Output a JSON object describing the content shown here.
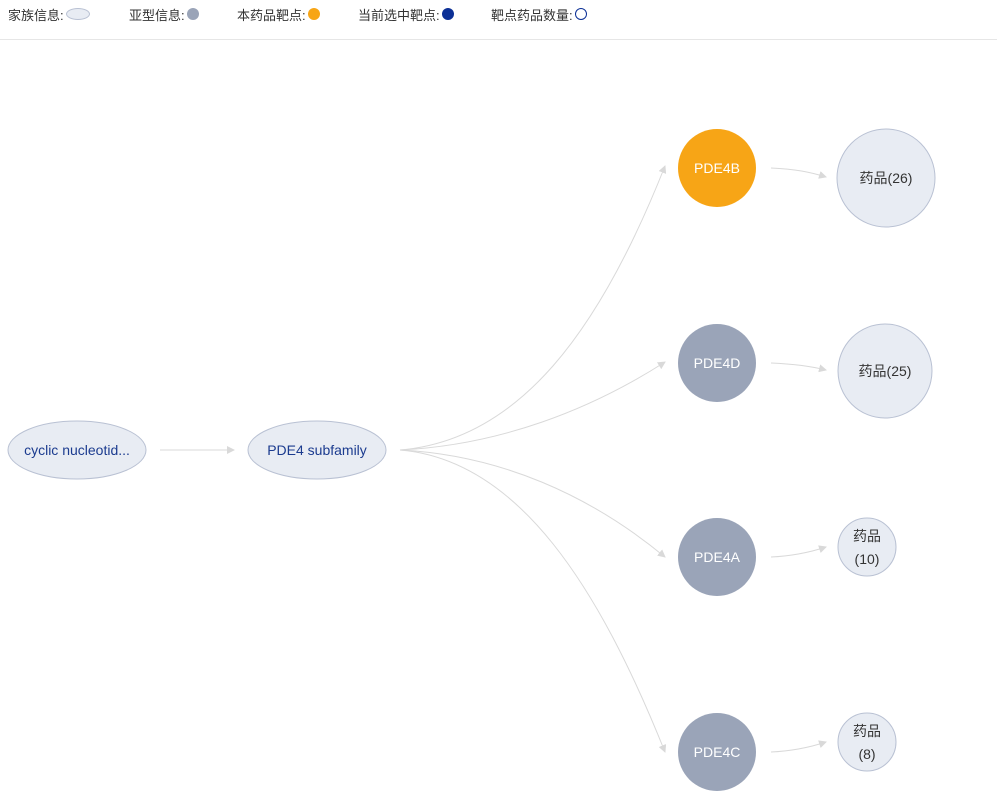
{
  "legend": {
    "family": "家族信息:",
    "subtype": "亚型信息:",
    "drug_target": "本药品靶点:",
    "selected_target": "当前选中靶点:",
    "target_drug_count": "靶点药品数量:"
  },
  "colors": {
    "family_fill": "#e8ecf3",
    "family_stroke": "#b9c1d3",
    "subtype_fill": "#9aa4b8",
    "drug_target_fill": "#f7a516",
    "selected_fill": "#0c3096",
    "count_fill": "#e8ecf3",
    "edge": "#d9d9d9",
    "family_text": "#1b3b8f"
  },
  "diagram": {
    "family_nodes": [
      {
        "label": "cyclic nucleotid..."
      },
      {
        "label": "PDE4 subfamily"
      }
    ],
    "targets": [
      {
        "label": "PDE4B",
        "kind": "drug_target",
        "drugs": "药品(26)"
      },
      {
        "label": "PDE4D",
        "kind": "subtype",
        "drugs": "药品(25)"
      },
      {
        "label": "PDE4A",
        "kind": "subtype",
        "drugs_line1": "药品",
        "drugs_line2": "(10)"
      },
      {
        "label": "PDE4C",
        "kind": "subtype",
        "drugs_line1": "药品",
        "drugs_line2": "(8)"
      }
    ]
  }
}
